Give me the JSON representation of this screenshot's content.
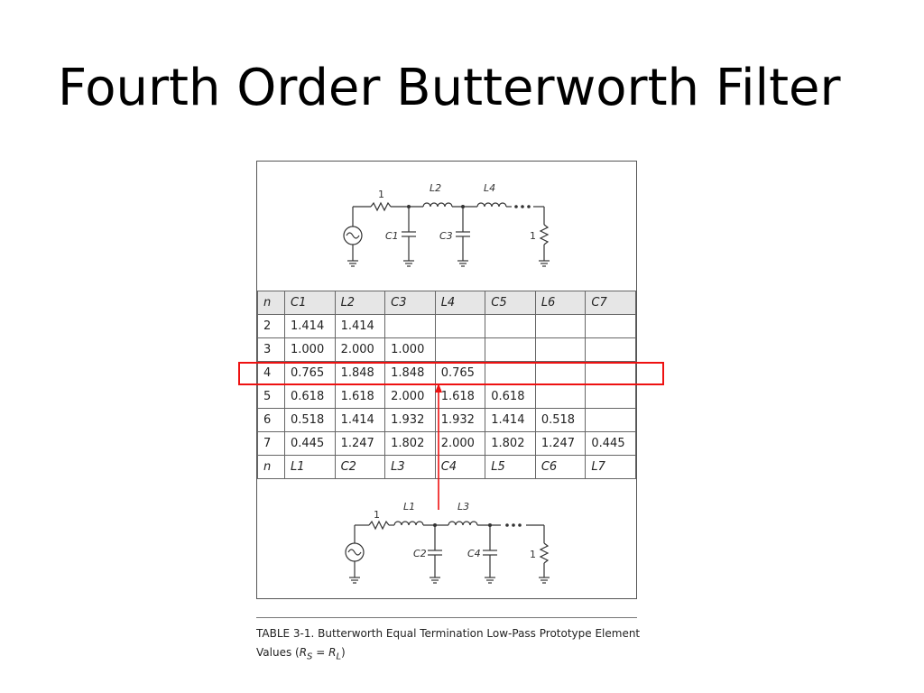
{
  "slide": {
    "title": "Fourth Order Butterworth Filter"
  },
  "circuit_top": {
    "source_resistor": "1",
    "load_resistor": "1",
    "series_labels": [
      "L2",
      "L4"
    ],
    "shunt_labels": [
      "C1",
      "C3"
    ]
  },
  "circuit_bottom": {
    "source_resistor": "1",
    "load_resistor": "1",
    "series_labels": [
      "L1",
      "L3"
    ],
    "shunt_labels": [
      "C2",
      "C4"
    ]
  },
  "table": {
    "header": [
      "n",
      "C1",
      "L2",
      "C3",
      "L4",
      "C5",
      "L6",
      "C7"
    ],
    "rows": [
      [
        "2",
        "1.414",
        "1.414",
        "",
        "",
        "",
        "",
        ""
      ],
      [
        "3",
        "1.000",
        "2.000",
        "1.000",
        "",
        "",
        "",
        ""
      ],
      [
        "4",
        "0.765",
        "1.848",
        "1.848",
        "0.765",
        "",
        "",
        ""
      ],
      [
        "5",
        "0.618",
        "1.618",
        "2.000",
        "1.618",
        "0.618",
        "",
        ""
      ],
      [
        "6",
        "0.518",
        "1.414",
        "1.932",
        "1.932",
        "1.414",
        "0.518",
        ""
      ],
      [
        "7",
        "0.445",
        "1.247",
        "1.802",
        "2.000",
        "1.802",
        "1.247",
        "0.445"
      ]
    ],
    "footer": [
      "n",
      "L1",
      "C2",
      "L3",
      "C4",
      "L5",
      "C6",
      "L7"
    ],
    "highlighted_row": "4"
  },
  "caption": {
    "line1": "TABLE 3-1.   Butterworth Equal Termination Low-Pass Prototype Element",
    "line2_prefix": "Values (",
    "rs": "R",
    "rs_sub": "S",
    "eq": " = ",
    "rl": "R",
    "rl_sub": "L",
    "line2_suffix": ")"
  },
  "colors": {
    "highlight": "#ee1111",
    "header_bg": "#e6e6e6"
  }
}
